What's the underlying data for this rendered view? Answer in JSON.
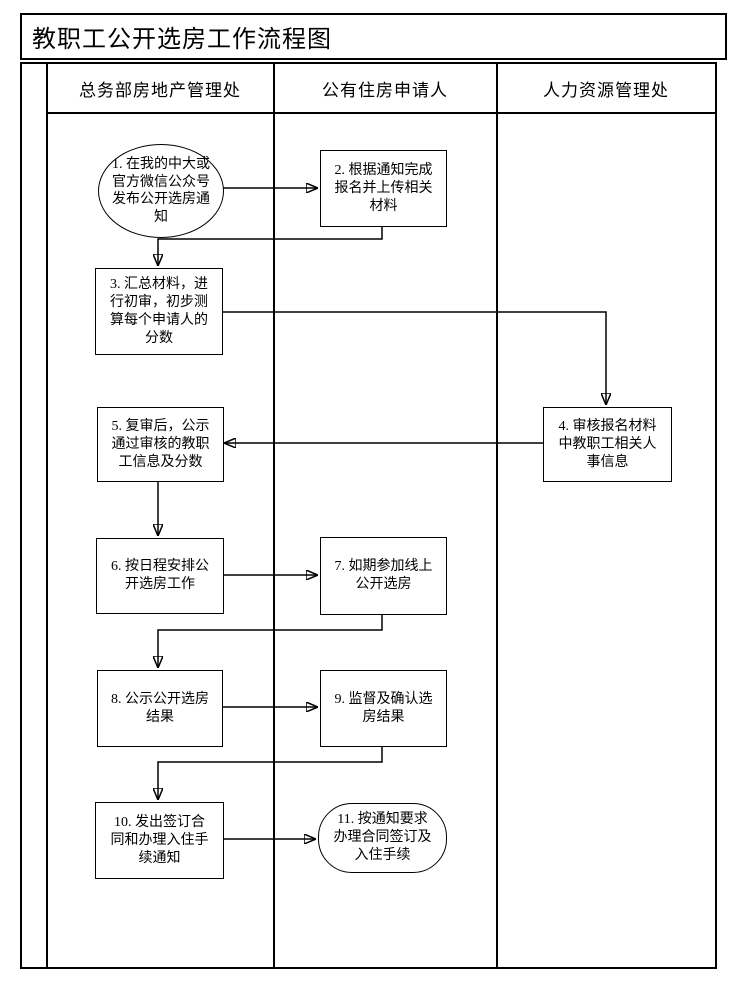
{
  "title": "教职工公开选房工作流程图",
  "lanes": [
    {
      "label": "总务部房地产管理处"
    },
    {
      "label": "公有住房申请人"
    },
    {
      "label": "人力资源管理处"
    }
  ],
  "nodes": [
    {
      "id": "1",
      "shape": "terminator",
      "lane": "总务部房地产管理处",
      "lines": [
        "1. 在我的中大或",
        "官方微信公众号",
        "发布公开选房通",
        "知"
      ]
    },
    {
      "id": "2",
      "shape": "process",
      "lane": "公有住房申请人",
      "lines": [
        "2. 根据通知完成",
        "报名并上传相关",
        "材料"
      ]
    },
    {
      "id": "3",
      "shape": "process",
      "lane": "总务部房地产管理处",
      "lines": [
        "3. 汇总材料，进",
        "行初审，初步测",
        "算每个申请人的",
        "分数"
      ]
    },
    {
      "id": "4",
      "shape": "process",
      "lane": "人力资源管理处",
      "lines": [
        "4. 审核报名材料",
        "中教职工相关人",
        "事信息"
      ]
    },
    {
      "id": "5",
      "shape": "process",
      "lane": "总务部房地产管理处",
      "lines": [
        "5. 复审后，公示",
        "通过审核的教职",
        "工信息及分数"
      ]
    },
    {
      "id": "6",
      "shape": "process",
      "lane": "总务部房地产管理处",
      "lines": [
        "6. 按日程安排公",
        "开选房工作"
      ]
    },
    {
      "id": "7",
      "shape": "process",
      "lane": "公有住房申请人",
      "lines": [
        "7. 如期参加线上",
        "公开选房"
      ]
    },
    {
      "id": "8",
      "shape": "process",
      "lane": "总务部房地产管理处",
      "lines": [
        "8. 公示公开选房",
        "结果"
      ]
    },
    {
      "id": "9",
      "shape": "process",
      "lane": "公有住房申请人",
      "lines": [
        "9. 监督及确认选",
        "房结果"
      ]
    },
    {
      "id": "10",
      "shape": "process",
      "lane": "总务部房地产管理处",
      "lines": [
        "10. 发出签订合",
        "同和办理入住手",
        "续通知"
      ]
    },
    {
      "id": "11",
      "shape": "terminator",
      "lane": "公有住房申请人",
      "lines": [
        "11. 按通知要求",
        "办理合同签订及",
        "入住手续"
      ]
    }
  ],
  "flow": [
    "1→2",
    "2→3",
    "3→4",
    "4→5",
    "5→6",
    "6→7",
    "7→8",
    "8→9",
    "9→10",
    "10→11"
  ],
  "colors": {
    "line": "#000000",
    "text": "#000000",
    "background": "#ffffff"
  }
}
